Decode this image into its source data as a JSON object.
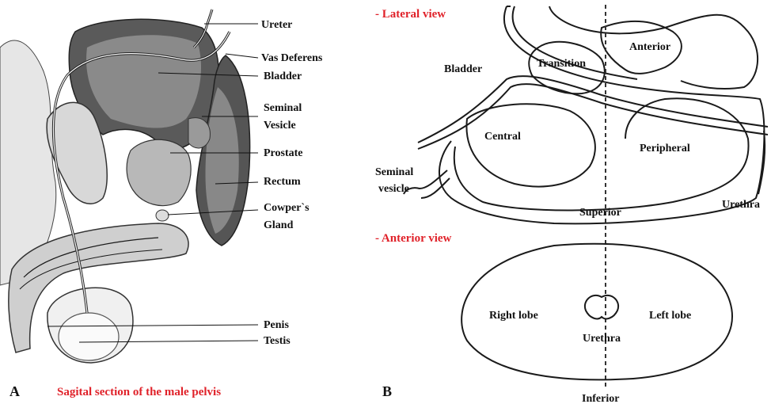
{
  "panel_a": {
    "letter": "A",
    "caption": "Sagital section of the male pelvis",
    "labels": {
      "ureter": "Ureter",
      "vas_deferens": "Vas Deferens",
      "bladder": "Bladder",
      "seminal_1": "Seminal",
      "seminal_2": "Vesicle",
      "prostate": "Prostate",
      "rectum": "Rectum",
      "cowpers_1": "Cowper`s",
      "cowpers_2": "Gland",
      "penis": "Penis",
      "testis": "Testis"
    }
  },
  "panel_b": {
    "letter": "B",
    "lateral_title": "- Lateral view",
    "anterior_title": "- Anterior view",
    "lateral": {
      "bladder": "Bladder",
      "transition": "Transition",
      "anterior": "Anterior",
      "central": "Central",
      "peripheral": "Peripheral",
      "seminal_1": "Seminal",
      "seminal_2": "vesicle",
      "urethra": "Urethra",
      "superior": "Superior"
    },
    "anterior": {
      "right_lobe": "Right lobe",
      "left_lobe": "Left lobe",
      "urethra": "Urethra",
      "inferior": "Inferior"
    }
  },
  "colors": {
    "caption_red": "#e0222a",
    "ink": "#1a1a1a"
  }
}
